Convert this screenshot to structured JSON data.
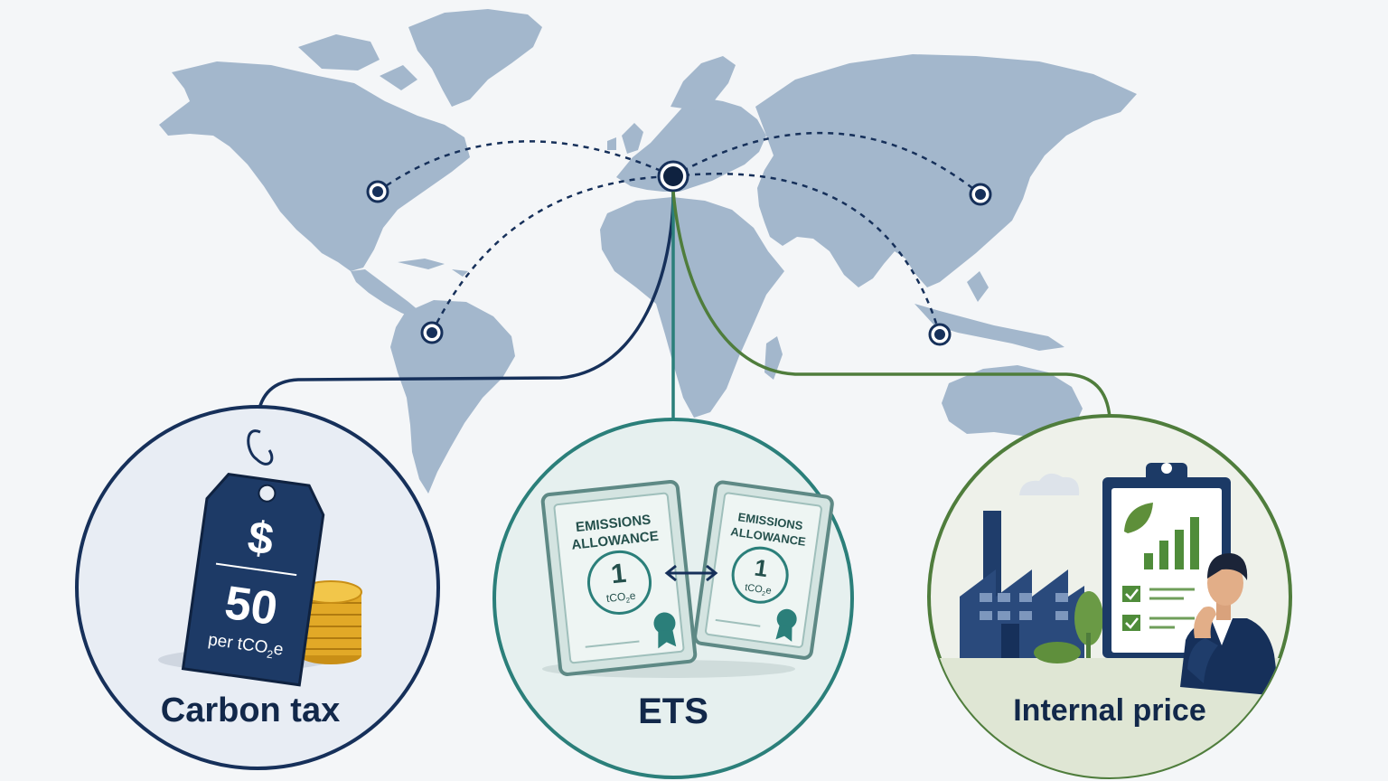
{
  "colors": {
    "background": "#f4f6f8",
    "land": "#a3b7cc",
    "navy": "#16305a",
    "teal": "#2b7f7a",
    "green": "#4f7d3c",
    "gold": "#e2a927"
  },
  "hub": {
    "name": "europe-hub"
  },
  "nodes": [
    "north-america",
    "south-america",
    "east-asia",
    "southeast-asia"
  ],
  "panels": [
    {
      "id": "carbon-tax",
      "label": "Carbon tax",
      "icon": "price-tag-icon",
      "tag": {
        "symbol": "$",
        "amount": "50",
        "unit_prefix": "per tCO",
        "unit_sub": "2",
        "unit_suffix": "e"
      }
    },
    {
      "id": "ets",
      "label": "ETS",
      "icon": "emissions-allowance-certificates-icon",
      "certificate": {
        "line1": "EMISSIONS",
        "line2": "ALLOWANCE",
        "value": "1",
        "unit_prefix": "tCO",
        "unit_sub": "2",
        "unit_suffix": "e"
      }
    },
    {
      "id": "internal-price",
      "label": "Internal price",
      "icon": "factory-clipboard-analyst-icon"
    }
  ]
}
